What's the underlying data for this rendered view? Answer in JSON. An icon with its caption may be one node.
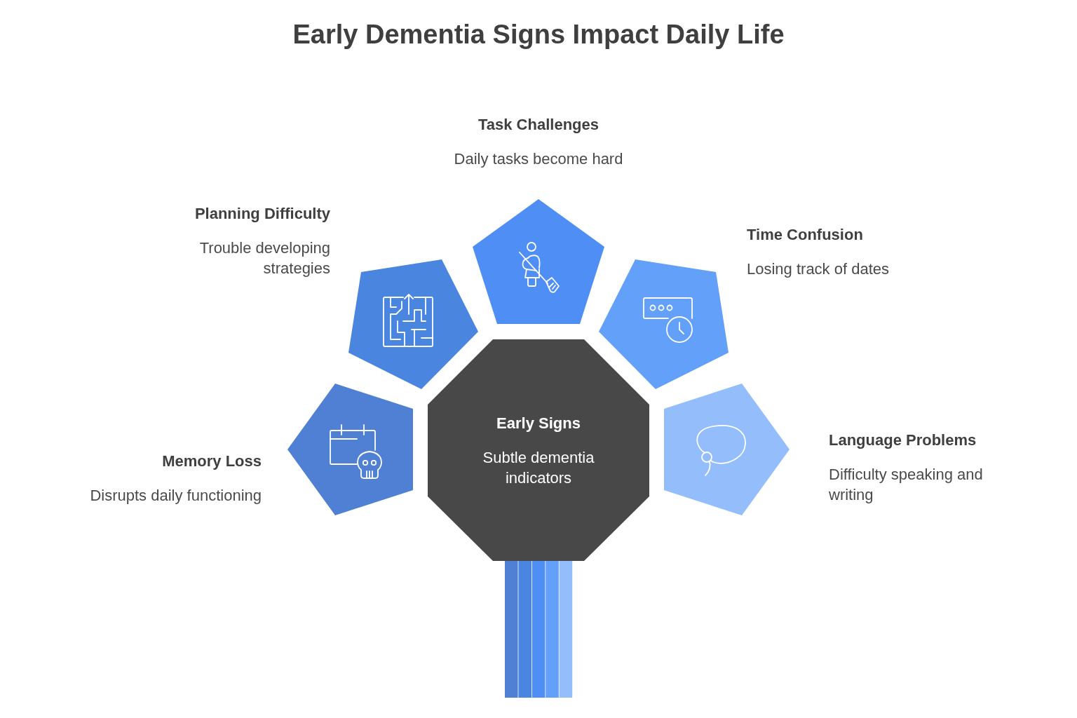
{
  "diagram": {
    "title": "Early Dementia Signs Impact Daily Life",
    "nodes": [
      {
        "text": [
          "Task Challenges",
          "Daily tasks become hard"
        ]
      },
      {
        "text": [
          "Planning Difficulty",
          "Trouble developing strategies"
        ]
      },
      {
        "text": [
          "Time Confusion",
          "Losing track of dates"
        ]
      },
      {
        "text": [
          "Memory Loss",
          "Disrupts daily functioning"
        ]
      },
      {
        "text": [
          "Early Signs",
          "Subtle dementia indicators"
        ]
      },
      {
        "text": [
          "Language Problems",
          "Difficulty speaking and writing"
        ]
      }
    ]
  }
}
